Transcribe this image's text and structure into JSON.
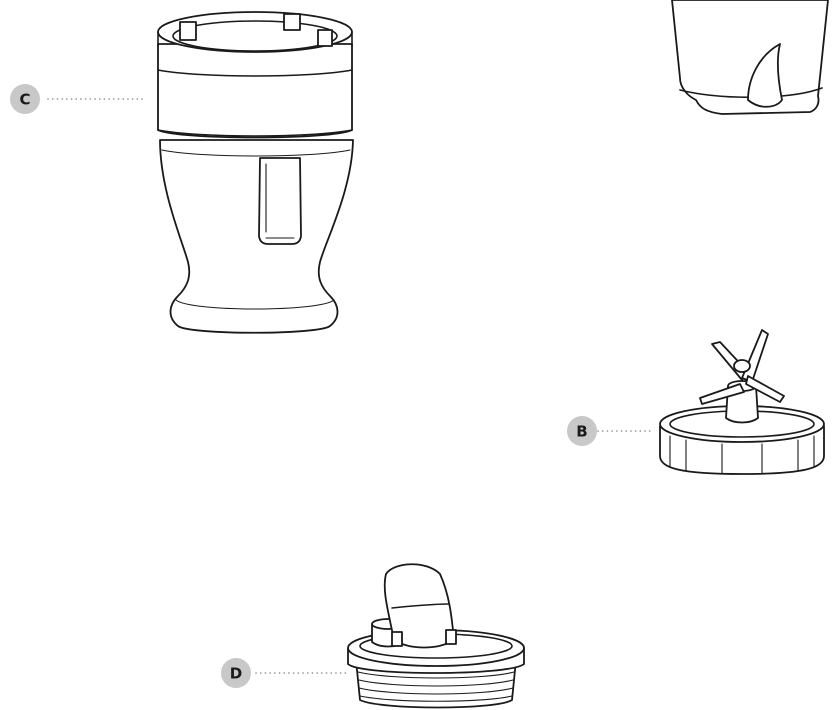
{
  "callouts": {
    "c": "C",
    "b": "B",
    "d": "D"
  },
  "colors": {
    "line": "#1a1a1a",
    "badge_fill": "#c8c8c8",
    "leader": "#8a8a8a",
    "background": "#ffffff"
  }
}
